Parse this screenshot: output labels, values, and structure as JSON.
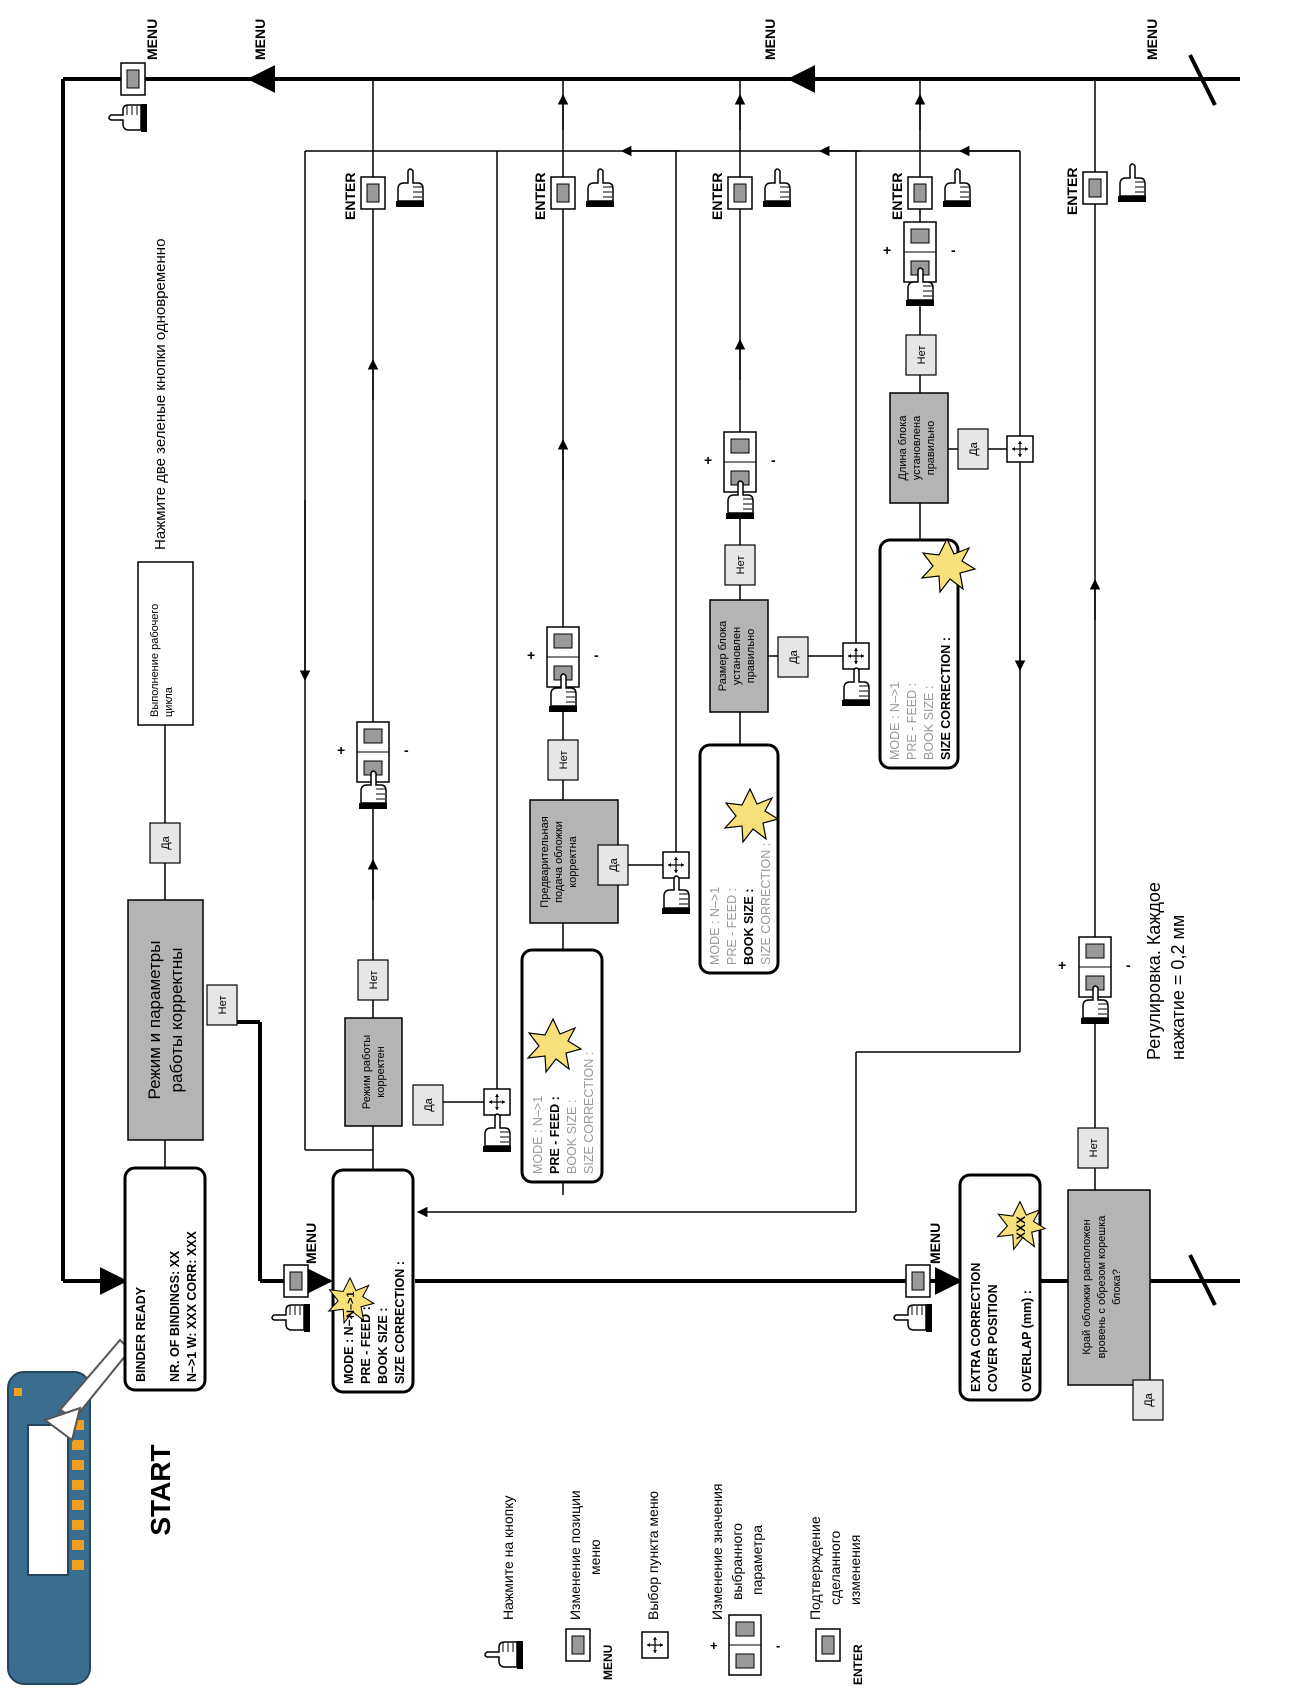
{
  "start": "START",
  "menu": "MENU",
  "enter": "ENTER",
  "plus": "+",
  "minus": "-",
  "yes": "Да",
  "no": "Нет",
  "top_note": "Нажмите две зеленые кнопки одновременно",
  "cycle_box": "Выполнение рабочего цикла",
  "decision_main": "Режим и параметры работы корректны",
  "decision_mode": "Режим работы корректен",
  "decision_prefeed": "Предварительная подача обложки корректна",
  "decision_size": "Размер блока установлен правильно",
  "decision_length": "Длина блока установлена правильно",
  "decision_cover": "Край обложки расположен вровень с обрезом корешка блока?",
  "adjust_note": "Регулировка. Каждое нажатие = 0,2 мм",
  "lcd_ready": [
    "BINDER  READY",
    "",
    "NR.  OF  BINDINGS: XX",
    "N–>1  W: XXX  CORR: XXX"
  ],
  "lcd_menu": [
    "MODE  :  N–>1",
    "PRE - FEED :",
    "BOOK  SIZE  :",
    "SIZE  CORRECTION  :"
  ],
  "lcd_extra": [
    "EXTRA  CORRECTION",
    "COVER  POSITION",
    "",
    "OVERLAP  (mm) :"
  ],
  "lcd_cursor_mode": "N–>1",
  "lcd_value": "XXX",
  "legend": {
    "press": "Нажмите на кнопку",
    "menu_pos": "Изменение позиции меню",
    "select": "Выбор пункта меню",
    "change": "Изменение значения выбранного параметра",
    "confirm": "Подтверждение сделанного изменения",
    "menu_label": "MENU",
    "enter_label": "ENTER"
  },
  "colors": {
    "gray_box": "#b4b4b4",
    "star": "#f8e07a",
    "device": "#3a6d8f",
    "device_btn": "#f0a020"
  }
}
